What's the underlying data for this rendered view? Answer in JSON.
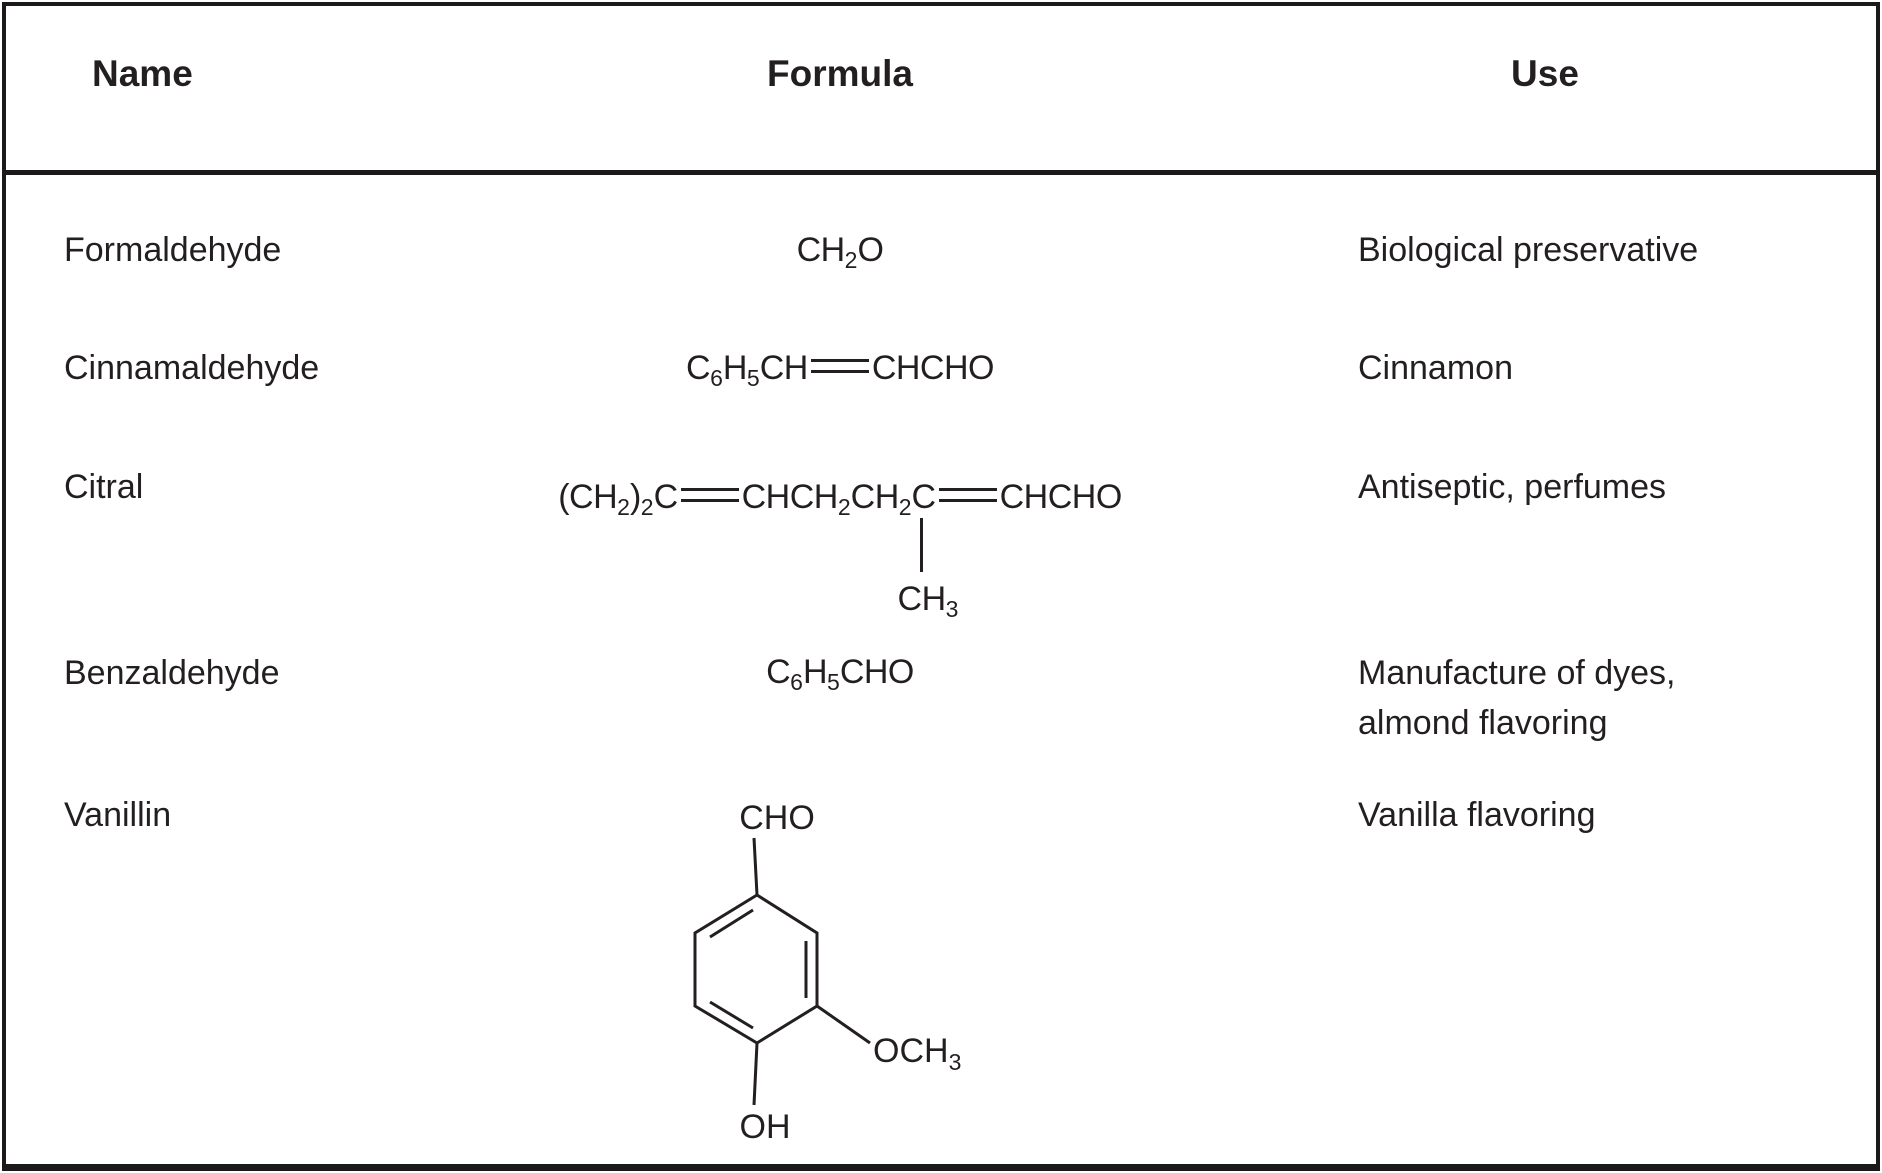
{
  "table": {
    "headers": {
      "name": "Name",
      "formula": "Formula",
      "use": "Use"
    },
    "rows": {
      "formaldehyde": {
        "name": "Formaldehyde",
        "use": "Biological preservative",
        "f": {
          "p1": "CH",
          "p1s": "2",
          "p2": "O"
        }
      },
      "cinnamaldehyde": {
        "name": "Cinnamaldehyde",
        "use": "Cinnamon",
        "f": {
          "p1": "C",
          "p1s": "6",
          "p2": "H",
          "p2s": "5",
          "p3": "CH",
          "p4": "CHCHO"
        }
      },
      "citral": {
        "name": "Citral",
        "use": "Antiseptic, perfumes",
        "f": {
          "p1": "(CH",
          "p1s": "2",
          "p2": ")",
          "p2s": "2",
          "p3": "C",
          "p4": "CHCH",
          "p4s": "2",
          "p5": "CH",
          "p5s": "2",
          "p6": "C",
          "p7": "CHCHO",
          "br": "CH",
          "brs": "3"
        }
      },
      "benzaldehyde": {
        "name": "Benzaldehyde",
        "use_line1": "Manufacture of dyes,",
        "use_line2": "almond flavoring",
        "f": {
          "p1": "C",
          "p1s": "6",
          "p2": "H",
          "p2s": "5",
          "p3": "CHO"
        }
      },
      "vanillin": {
        "name": "Vanillin",
        "use": "Vanilla flavoring",
        "structure": {
          "cho": "CHO",
          "och": "OCH",
          "ochs": "3",
          "oh": "OH"
        }
      }
    }
  }
}
